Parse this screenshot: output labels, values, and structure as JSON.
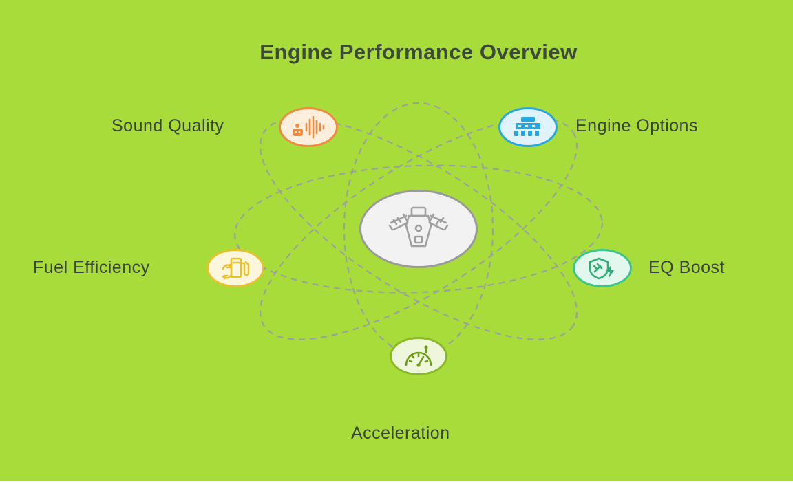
{
  "title": "Engine Performance Overview",
  "nodes": {
    "sound_quality": {
      "label": "Sound Quality",
      "color": "#f08a3c",
      "fill": "#fdeede",
      "icon": "sound-wave-icon"
    },
    "engine_options": {
      "label": "Engine Options",
      "color": "#2aa6df",
      "fill": "#e0f3fb",
      "icon": "engine-block-icon"
    },
    "fuel_efficiency": {
      "label": "Fuel Efficiency",
      "color": "#e8c22c",
      "fill": "#fcf6dc",
      "icon": "fuel-pump-icon"
    },
    "eq_boost": {
      "label": "EQ Boost",
      "color": "#3bc58a",
      "fill": "#e2f7ed",
      "icon": "shield-bolt-icon"
    },
    "acceleration": {
      "label": "Acceleration",
      "color": "#8ab92a",
      "fill": "#eef6db",
      "icon": "speedometer-icon"
    },
    "center": {
      "color": "#9a9a9a",
      "fill": "#f2f2f2",
      "icon": "v-engine-icon"
    }
  }
}
